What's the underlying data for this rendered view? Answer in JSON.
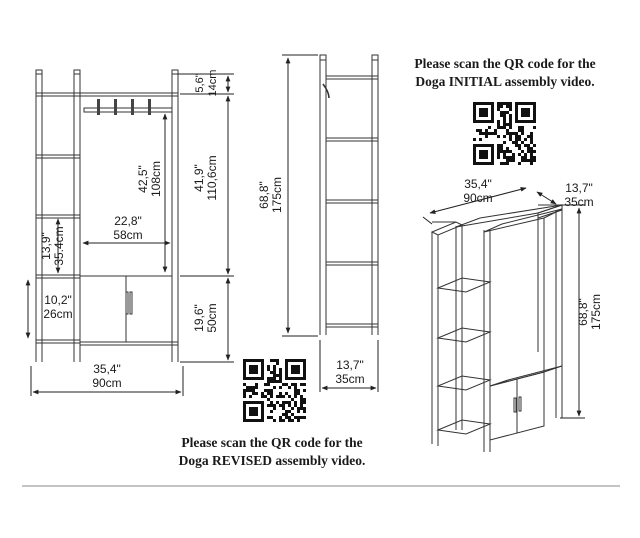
{
  "captions": {
    "initial_line1": "Please scan the QR code for the",
    "initial_line2": "Doga INITIAL assembly video.",
    "revised_line1": "Please scan the QR code for the",
    "revised_line2": "Doga REVISED assembly video."
  },
  "front_view": {
    "width_in": "35,4\"",
    "width_cm": "90cm",
    "inner_width_in": "22,8\"",
    "inner_width_cm": "58cm",
    "hang_height_in": "42,5\"",
    "hang_height_cm": "108cm",
    "shelf_gap_in": "13,9\"",
    "shelf_gap_cm": "35.4cm",
    "bottom_gap_in": "10,2\"",
    "bottom_gap_cm": "26cm",
    "top_gap_in": "5,6\"",
    "top_gap_cm": "14cm",
    "upper_height_in": "41,9\"",
    "upper_height_cm": "110,6cm",
    "cabinet_height_in": "19,6\"",
    "cabinet_height_cm": "50cm"
  },
  "side_view": {
    "height_in": "68,8\"",
    "height_cm": "175cm",
    "depth_in": "13,7\"",
    "depth_cm": "35cm"
  },
  "iso_view": {
    "width_in": "35,4\"",
    "width_cm": "90cm",
    "depth_in": "13,7\"",
    "depth_cm": "35cm",
    "height_in": "68,8\"",
    "height_cm": "175cm"
  }
}
